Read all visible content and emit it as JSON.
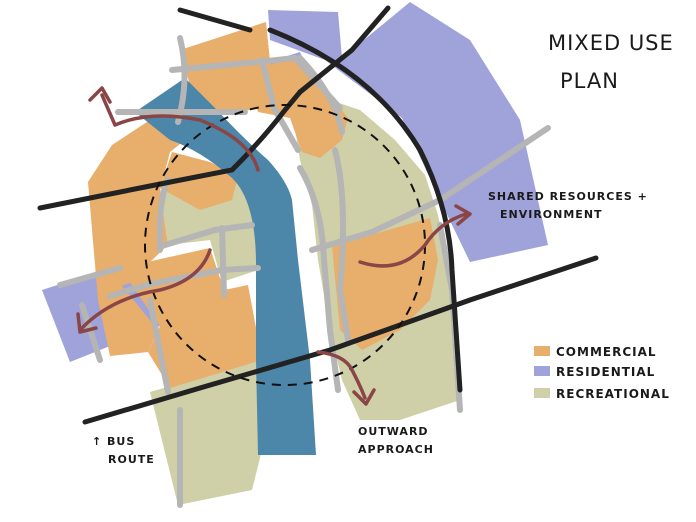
{
  "title": [
    "MIXED USE",
    "PLAN"
  ],
  "annotations": {
    "shared": [
      "SHARED RESOURCES +",
      "ENVIRONMENT"
    ],
    "bus": [
      "↑ BUS",
      "ROUTE"
    ],
    "outward": [
      "OUTWARD",
      "APPROACH"
    ]
  },
  "legend": [
    {
      "label": "COMMERCIAL",
      "color": "#E8AE6C"
    },
    {
      "label": "RESIDENTIAL",
      "color": "#9FA3DA"
    },
    {
      "label": "RECREATIONAL",
      "color": "#CFCFA8"
    }
  ],
  "colors": {
    "commercial": "#E8AE6C",
    "residential": "#9FA3DA",
    "recreational": "#CFCFA8",
    "river": "#4C86A8",
    "road_main": "#222222",
    "road_minor": "#B5B5B5",
    "arrow": "#8A4646"
  }
}
